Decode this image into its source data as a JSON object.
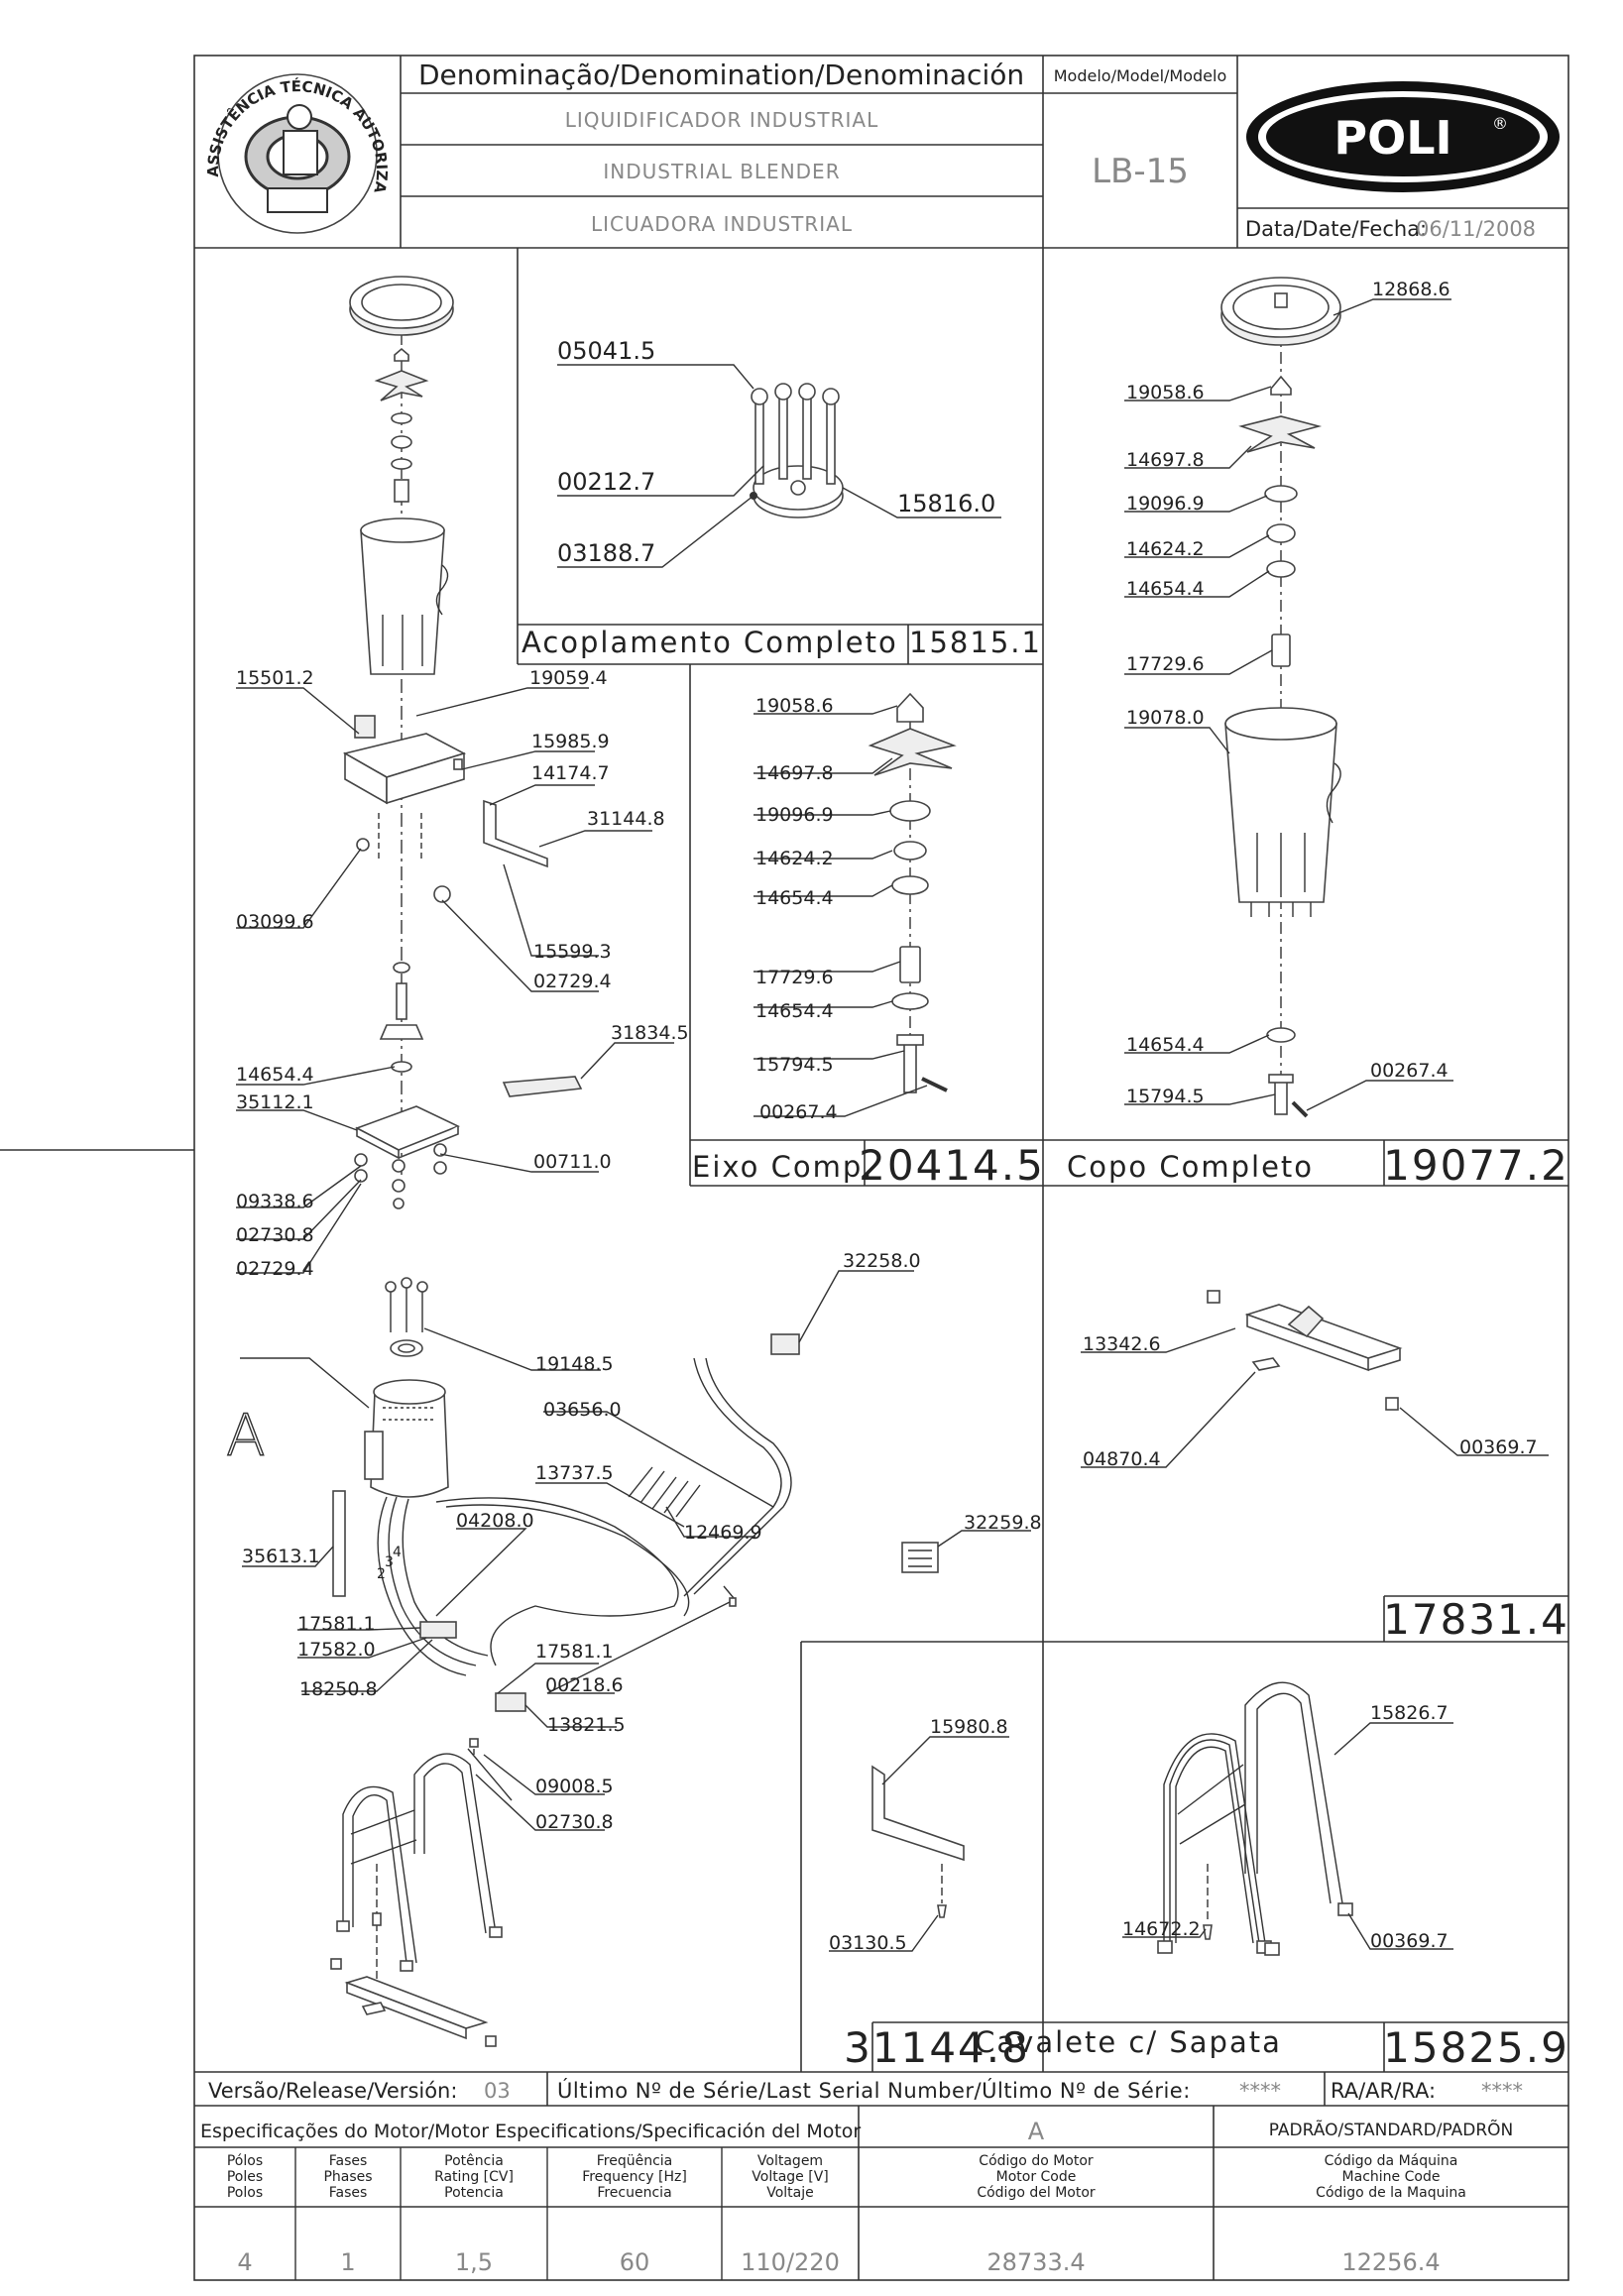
{
  "header": {
    "denomination_label": "Denominação/Denomination/Denominación",
    "name_pt": "LIQUIDIFICADOR INDUSTRIAL",
    "name_en": "INDUSTRIAL BLENDER",
    "name_es": "LICUADORA INDUSTRIAL",
    "model_label": "Modelo/Model/Modelo",
    "model_value": "LB-15",
    "date_label": "Data/Date/Fecha:",
    "date_value": "06/11/2008",
    "brand": "POLI",
    "brand_mark": "®",
    "seal_text": "ASSISTÊNCIA TÉCNICA AUTORIZADA"
  },
  "sections": {
    "acoplamento": {
      "title": "Acoplamento Completo",
      "code": "15815.1",
      "parts": [
        "05041.5",
        "00212.7",
        "15816.0",
        "03188.7"
      ]
    },
    "eixo": {
      "title": "Eixo Comp.",
      "code": "20414.5",
      "parts": [
        "19058.6",
        "14697.8",
        "19096.9",
        "14624.2",
        "14654.4",
        "17729.6",
        "14654.4",
        "15794.5",
        "00267.4"
      ]
    },
    "copo": {
      "title": "Copo Completo",
      "code": "19077.2",
      "parts": [
        "12868.6",
        "19058.6",
        "14697.8",
        "19096.9",
        "14624.2",
        "14654.4",
        "17729.6",
        "19078.0",
        "14654.4",
        "15794.5",
        "00267.4"
      ]
    },
    "travessa": {
      "code": "17831.4",
      "parts": [
        "13342.6",
        "04870.4",
        "00369.7"
      ]
    },
    "suporte": {
      "code": "31144.8",
      "parts": [
        "15980.8",
        "03130.5"
      ]
    },
    "cavalete": {
      "title": "Cavalete c/ Sapata",
      "code": "15825.9",
      "parts": [
        "15826.7",
        "14672.2",
        "00369.7"
      ]
    },
    "main": {
      "motor_letter": "A",
      "parts_upper": [
        "15501.2",
        "19059.4",
        "15985.9",
        "14174.7",
        "31144.8",
        "03099.6",
        "15599.3",
        "02729.4",
        "31834.5",
        "14654.4",
        "35112.1",
        "00711.0",
        "09338.6",
        "02730.8",
        "02729.4"
      ],
      "parts_lower": [
        "32258.0",
        "19148.5",
        "03656.0",
        "13737.5",
        "04208.0",
        "12469.9",
        "32259.8",
        "35613.1",
        "17581.1",
        "17582.0",
        "18250.8",
        "17581.1",
        "00218.6",
        "13821.5",
        "09008.5",
        "02730.8"
      ],
      "wire_numbers": [
        "2",
        "3",
        "4"
      ]
    }
  },
  "release_row": {
    "version_label": "Versão/Release/Versión:",
    "version_value": "03",
    "serial_label": "Último Nº de Série/Last Serial Number/Último Nº de Série:",
    "serial_value": "****",
    "ra_label": "RA/AR/RA:",
    "ra_value": "****"
  },
  "specs": {
    "title": "Especificações do Motor/Motor Especifications/Specificación del Motor",
    "motor_letter": "A",
    "standard": "PADRÃO/STANDARD/PADRÕN",
    "columns": [
      [
        "Pólos",
        "Poles",
        "Polos"
      ],
      [
        "Fases",
        "Phases",
        "Fases"
      ],
      [
        "Potência",
        "Rating [CV]",
        "Potencia"
      ],
      [
        "Freqüência",
        "Frequency [Hz]",
        "Frecuencia"
      ],
      [
        "Voltagem",
        "Voltage [V]",
        "Voltaje"
      ],
      [
        "Código do Motor",
        "Motor Code",
        "Código del Motor"
      ],
      [
        "Código da Máquina",
        "Machine Code",
        "Código de la Maquina"
      ]
    ],
    "values": [
      "4",
      "1",
      "1,5",
      "60",
      "110/220",
      "28733.4",
      "12256.4"
    ]
  }
}
